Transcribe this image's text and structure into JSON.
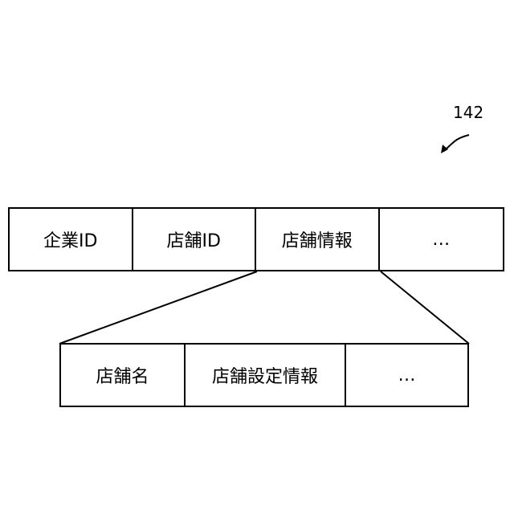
{
  "reference_label": "142",
  "record": {
    "fields": [
      "企業ID",
      "店舗ID",
      "店舗情報",
      "…"
    ]
  },
  "store_info": {
    "fields": [
      "店舗名",
      "店舗設定情報",
      "…"
    ]
  }
}
